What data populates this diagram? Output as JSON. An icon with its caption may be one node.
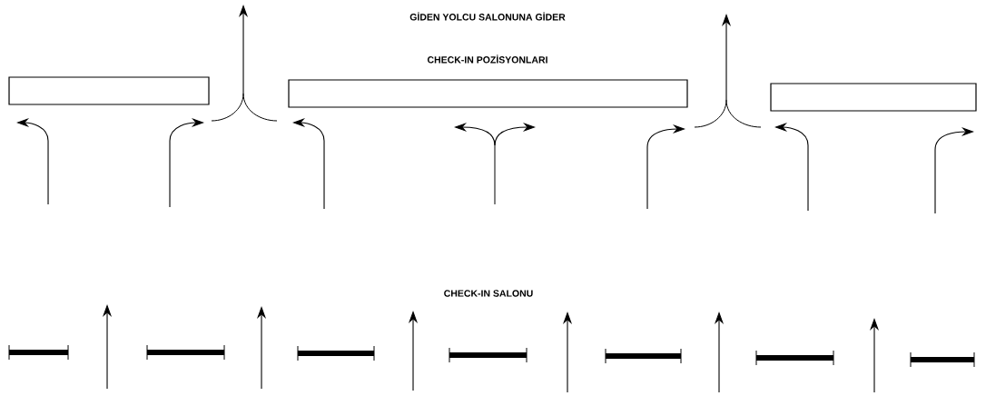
{
  "diagram": {
    "nodes": [
      {
        "text": [],
        "shape": "box"
      },
      {
        "text": [],
        "shape": "box"
      },
      {
        "text": [],
        "shape": "box"
      }
    ],
    "labels": [
      "GİDEN YOLCU SALONUNA GİDER",
      "CHECK-IN POZİSYONLARI",
      "CHECK-IN SALONU"
    ]
  }
}
